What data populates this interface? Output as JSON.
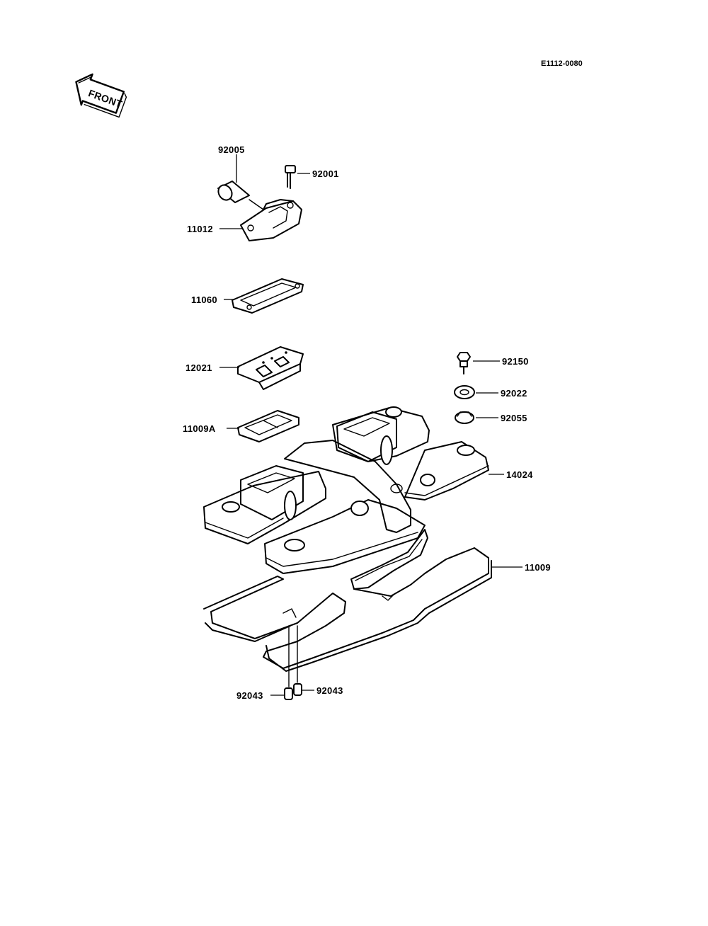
{
  "diagram_code": "E1112-0080",
  "front_label": "FRONT",
  "parts": {
    "p92005": "92005",
    "p92001": "92001",
    "p11012": "11012",
    "p11060": "11060",
    "p12021": "12021",
    "p11009A": "11009A",
    "p92150": "92150",
    "p92022": "92022",
    "p92055": "92055",
    "p14024": "14024",
    "p11009": "11009",
    "p92043a": "92043",
    "p92043b": "92043"
  }
}
